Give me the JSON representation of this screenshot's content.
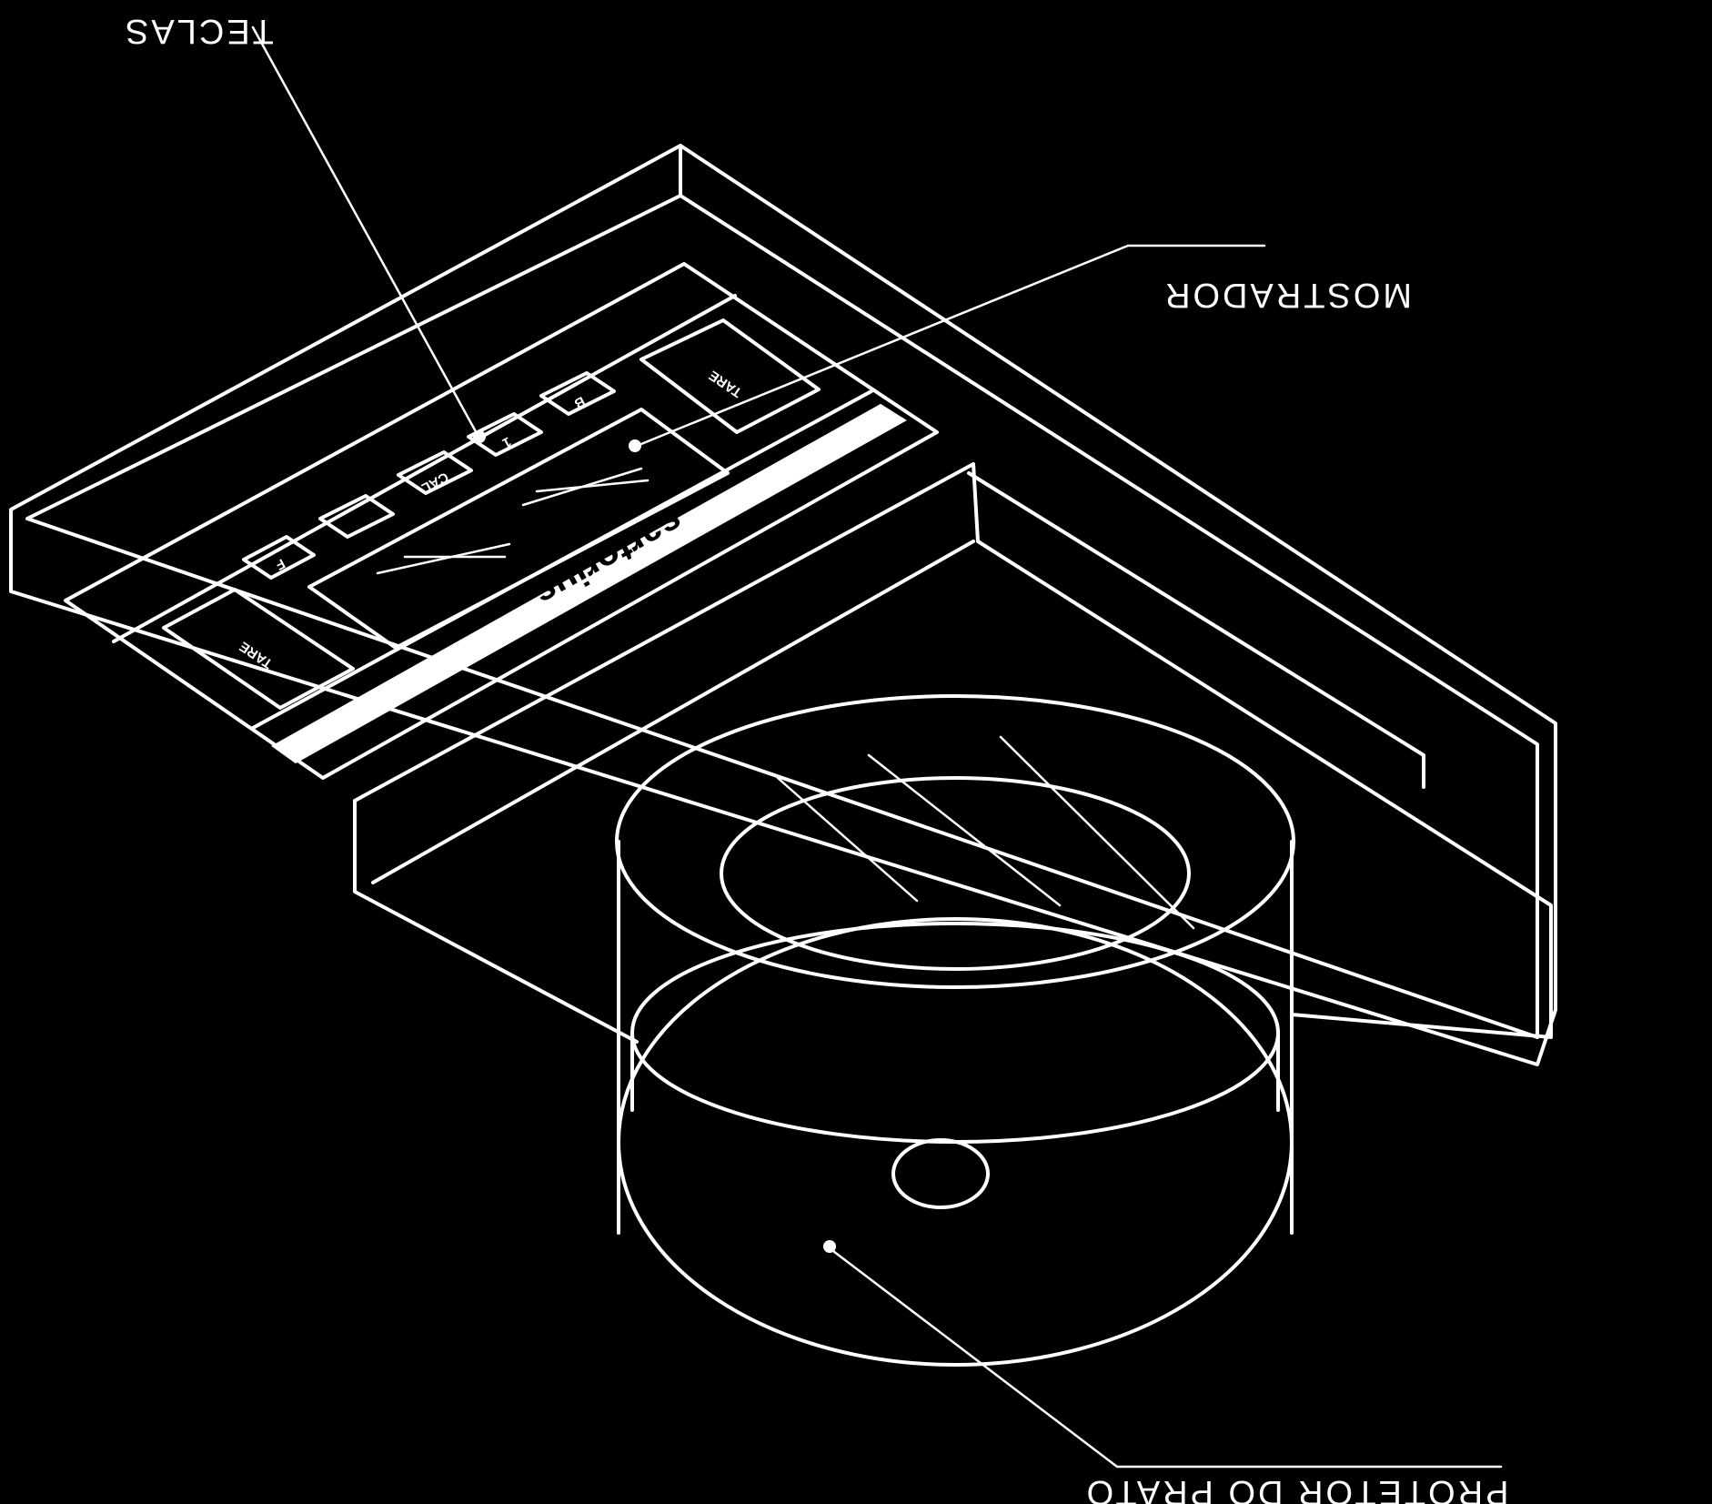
{
  "diagram": {
    "callouts": {
      "keys": "TECLAS",
      "display": "MOSTRADOR",
      "pan_protector": "PROTETOR DO PRATO"
    },
    "brand": "sartorius",
    "key_labels": [
      "TARE",
      "F",
      "CAL",
      "1",
      "B",
      "TARE"
    ],
    "colors": {
      "background": "#000000",
      "line": "#ffffff"
    }
  }
}
